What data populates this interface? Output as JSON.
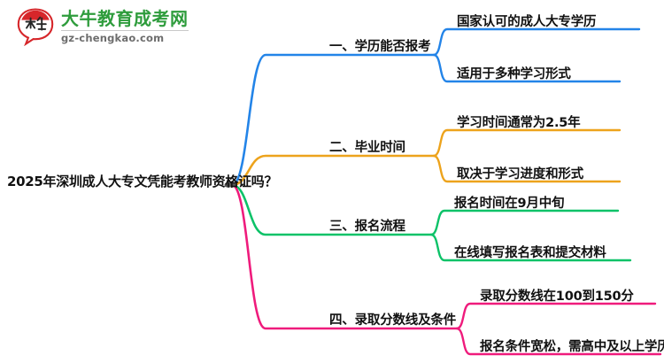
{
  "logo": {
    "mark_text_top": "大",
    "mark_text_bottom": "牛",
    "brand_cn": "大牛教育成考网",
    "brand_domain": "gz-chengkao.com",
    "brand_color": "#2e9c3c",
    "mark_color": "#d6262a",
    "domain_color": "#6d6d6d"
  },
  "mindmap": {
    "root": {
      "label": "2025年深圳成人大专文凭能考教师资格证吗？"
    },
    "branches": [
      {
        "label": "一、学历能否报考",
        "color": "#2384e8",
        "children": [
          {
            "label": "国家认可的成人大专学历"
          },
          {
            "label": "适用于多种学习形式"
          }
        ]
      },
      {
        "label": "二、毕业时间",
        "color": "#eda31c",
        "children": [
          {
            "label": "学习时间通常为2.5年"
          },
          {
            "label": "取决于学习进度和形式"
          }
        ]
      },
      {
        "label": "三、报名流程",
        "color": "#0cc268",
        "children": [
          {
            "label": "报名时间在9月中旬"
          },
          {
            "label": "在线填写报名表和提交材料"
          }
        ]
      },
      {
        "label": "四、录取分数线及条件",
        "color": "#ef1b7c",
        "children": [
          {
            "label": "录取分数线在100到150分"
          },
          {
            "label": "报名条件宽松，需高中及以上学历"
          }
        ]
      }
    ]
  }
}
